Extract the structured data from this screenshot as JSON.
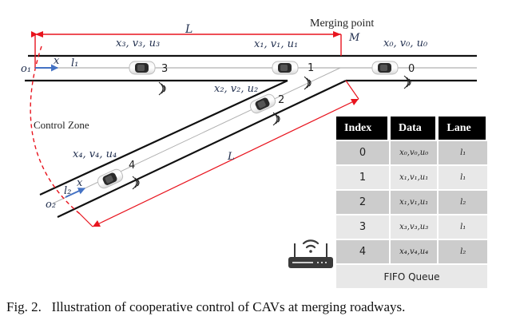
{
  "diagram": {
    "labels": {
      "length_top": "L",
      "length_ramp": "L",
      "merging_point": "Merging point",
      "merging_symbol": "M",
      "control_zone": "Control Zone",
      "origin_main": "o₁",
      "origin_ramp": "o₂",
      "axis_main": "x",
      "axis_ramp": "x",
      "lane_main": "l₁",
      "lane_ramp": "l₂"
    },
    "vehicles": [
      {
        "id": "0",
        "state": "x₀, v₀, u₀",
        "lane": "l1"
      },
      {
        "id": "1",
        "state": "x₁, v₁, u₁",
        "lane": "l1"
      },
      {
        "id": "2",
        "state": "x₂, v₂, u₂",
        "lane": "l2"
      },
      {
        "id": "3",
        "state": "x₃, v₃, u₃",
        "lane": "l1"
      },
      {
        "id": "4",
        "state": "x₄, v₄, u₄",
        "lane": "l2"
      }
    ],
    "icons": {
      "router": "wifi-router-icon",
      "signal": "wireless-signal-icon",
      "car": "car-top-view-icon"
    },
    "colors": {
      "road": "#111111",
      "centerline": "#b0b0b0",
      "dimension": "#e8141e",
      "axis_arrow": "#4472c4",
      "math_text": "#1f2d4d"
    }
  },
  "table": {
    "headers": [
      "Index",
      "Data",
      "Lane"
    ],
    "rows": [
      {
        "index": "0",
        "data": "x₀,v₀,u₀",
        "lane": "l₁"
      },
      {
        "index": "1",
        "data": "x₁,v₁,u₁",
        "lane": "l₁"
      },
      {
        "index": "2",
        "data": "x₁,v₁,u₁",
        "lane": "l₂"
      },
      {
        "index": "3",
        "data": "x₃,v₃,u₃",
        "lane": "l₁"
      },
      {
        "index": "4",
        "data": "x₄,v₄,u₄",
        "lane": "l₂"
      }
    ],
    "footer": "FIFO Queue"
  },
  "caption": "Fig. 2.   Illustration of cooperative control of CAVs at merging roadways."
}
